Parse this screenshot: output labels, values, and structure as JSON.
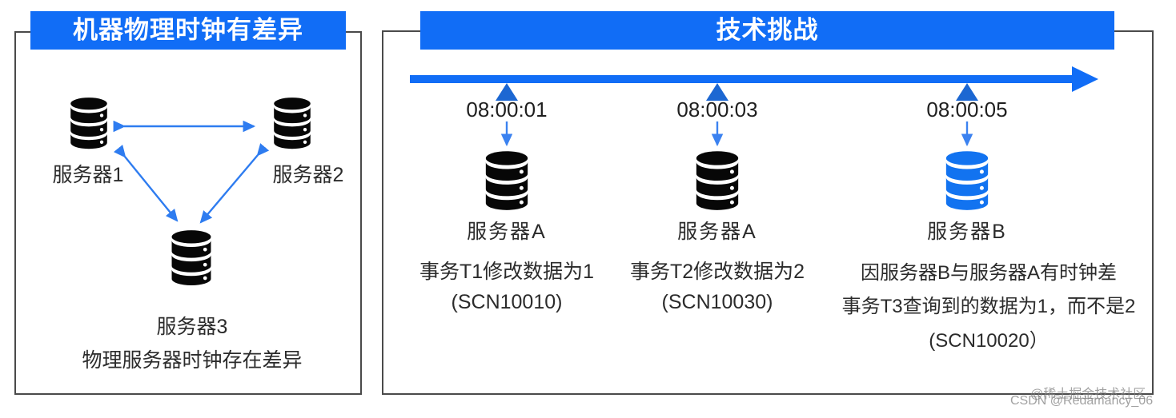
{
  "left_panel": {
    "title": "机器物理时钟有差异",
    "server1": "服务器1",
    "server2": "服务器2",
    "server3": "服务器3",
    "caption": "物理服务器时钟存在差异"
  },
  "right_panel": {
    "title": "技术挑战",
    "events": [
      {
        "time": "08:00:01",
        "server": "服务器A",
        "line1": "事务T1修改数据为1",
        "line2": "(SCN10010)"
      },
      {
        "time": "08:00:03",
        "server": "服务器A",
        "line1": "事务T2修改数据为2",
        "line2": "(SCN10030)"
      },
      {
        "time": "08:00:05",
        "server": "服务器B",
        "line1": "因服务器B与服务器A有时钟差",
        "line2": "事务T3查询到的数据为1，而不是2",
        "line3": "(SCN10020）"
      }
    ]
  },
  "watermark": {
    "line1": "@稀土掘金技术社区",
    "line2": "CSDN @Redamancy_06"
  },
  "icons": {
    "server": "database-icon",
    "timeline": "timeline-arrow-icon",
    "time_marker": "triangle-marker-icon"
  },
  "colors": {
    "banner_blue": "#116df6",
    "timeline_blue": "#116df6",
    "marker_blue": "#1c67d2",
    "arrow_blue": "#2e7cf0",
    "arrow_light_blue": "#3b82f0",
    "db_black": "#070707",
    "db_blue": "#1273f0",
    "panel_border": "#4a4a4a",
    "text_dark": "#2b2b2b",
    "watermark_gray": "#828282"
  }
}
